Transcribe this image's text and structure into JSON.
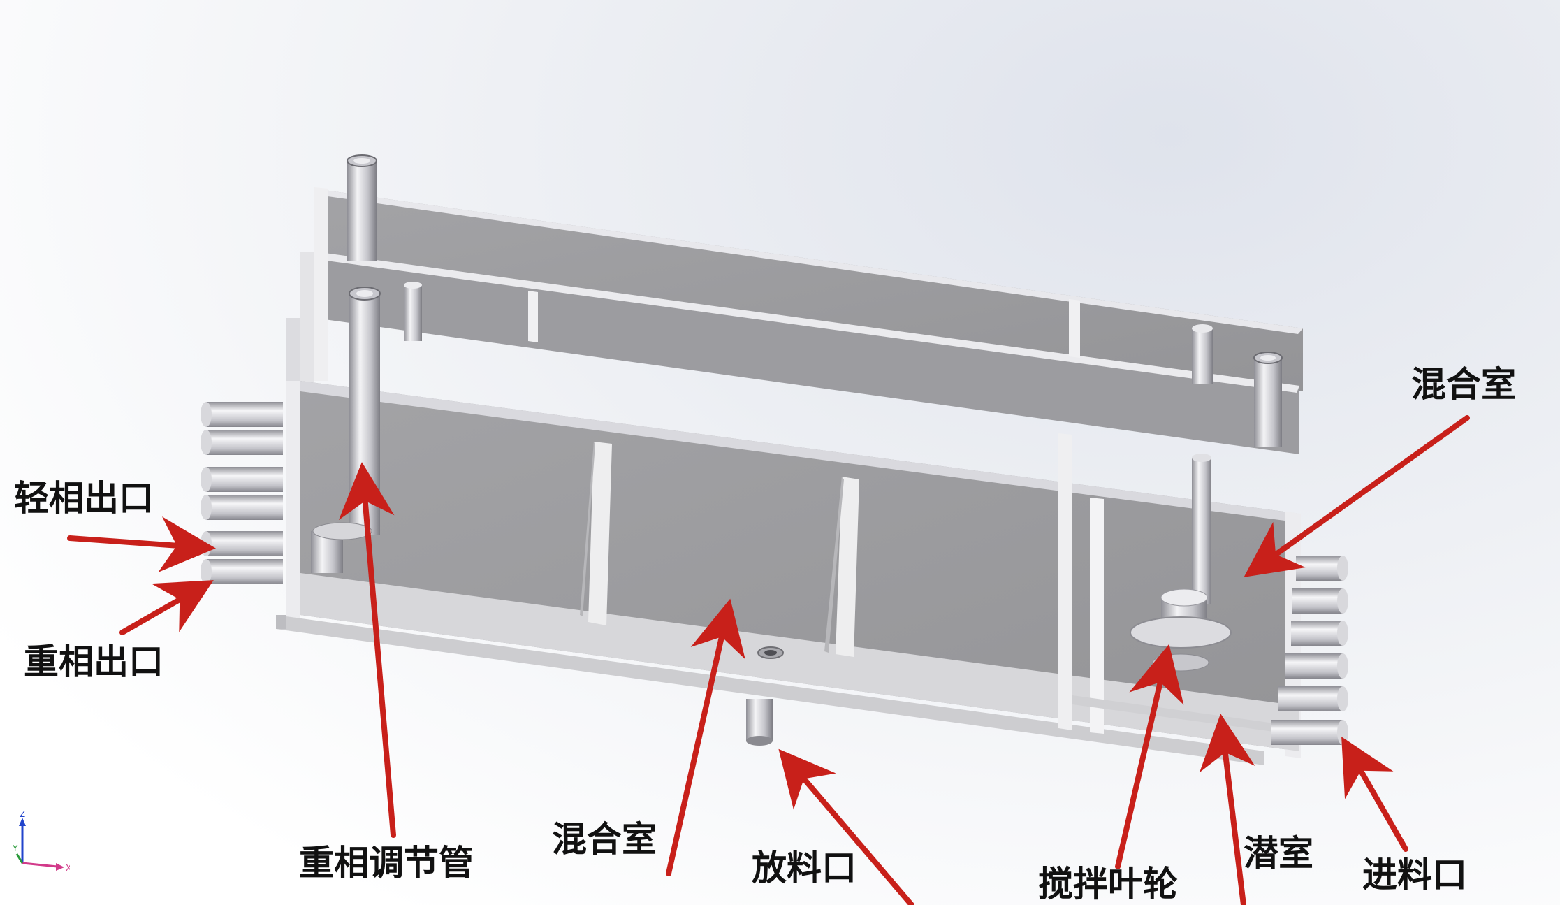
{
  "labels": {
    "light_phase_outlet": "轻相出口",
    "heavy_phase_outlet": "重相出口",
    "heavy_phase_adjust_tube": "重相调节管",
    "mixing_chamber_bottom": "混合室",
    "discharge_port": "放料口",
    "stirring_impeller": "搅拌叶轮",
    "submerged_chamber": "潜室",
    "feed_port": "进料口",
    "mixing_chamber_right": "混合室"
  },
  "axis_triad": {
    "z": "Z",
    "y": "Y",
    "x": "X"
  },
  "colors": {
    "arrow": "#c8201a",
    "wall": "#9e9e9e",
    "frame": "#e9e9ec",
    "floor": "#d2d2d4",
    "tube": "#c9c9cf"
  }
}
